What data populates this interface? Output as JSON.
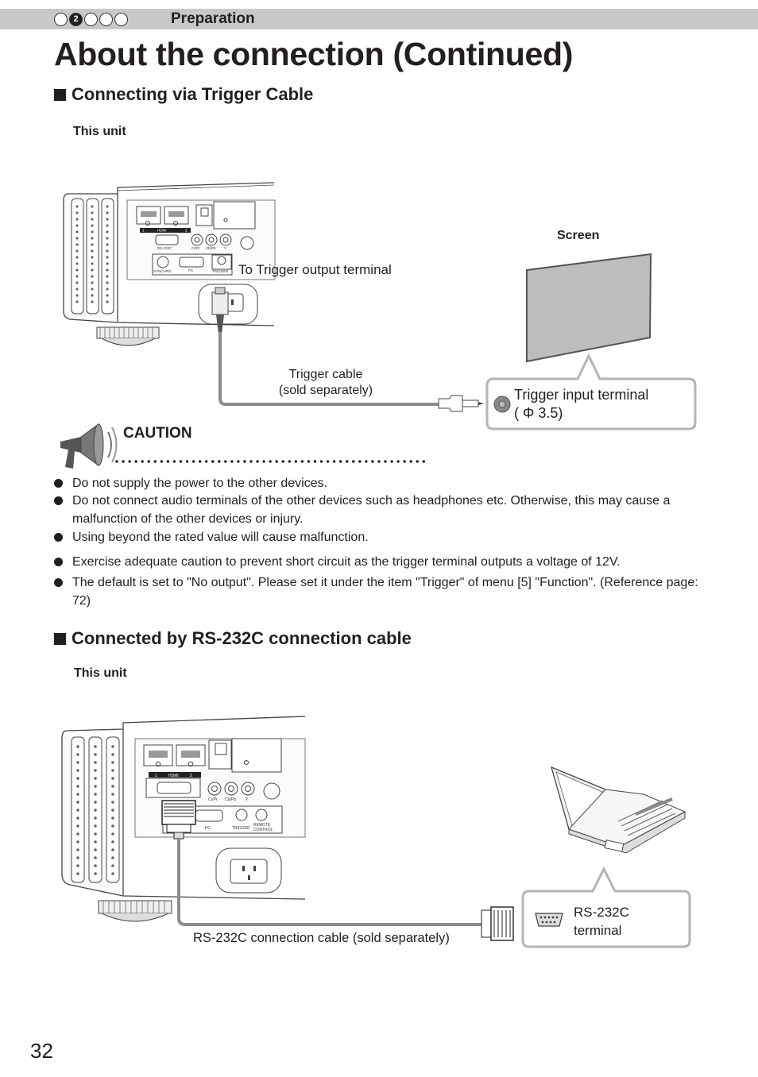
{
  "header": {
    "steps": [
      "",
      "2",
      "",
      "",
      ""
    ],
    "active_step": 1,
    "section_label": "Preparation"
  },
  "title": "About the connection (Continued)",
  "trigger_section": {
    "heading": "Connecting via Trigger Cable",
    "unit_label": "This unit",
    "panel_labels": {
      "hdmi": "HDMI",
      "hdmi_1": "1",
      "hdmi_2": "2",
      "rs232c": "RS-232C",
      "cb_pb": "Cb/Pb",
      "cr_pr": "Cr/Pr",
      "y": "Y",
      "synchro": "SYNCHRO",
      "pc": "PC",
      "trigger": "TRIGGER"
    },
    "to_trigger_output": "To Trigger output terminal",
    "screen_label": "Screen",
    "cable_label_line1": "Trigger cable",
    "cable_label_line2": "(sold separately)",
    "input_terminal_line1": "Trigger input terminal",
    "input_terminal_line2": "( Φ 3.5)"
  },
  "caution": {
    "title": "CAUTION",
    "bullets": [
      "Do not supply the power to the other devices.",
      "Do not connect audio terminals of the other devices such as headphones etc. Otherwise, this may cause a malfunction of the other devices or injury.",
      "Using beyond the rated value will cause malfunction.",
      "Exercise adequate caution to prevent short circuit as the trigger terminal outputs a voltage of 12V.",
      "The default is set to \"No output\". Please set it under the item \"Trigger\" of menu [5] \"Function\". (Reference page: 72)"
    ]
  },
  "rs232_section": {
    "heading": "Connected by RS-232C connection cable",
    "unit_label": "This unit",
    "panel_labels": {
      "hdmi": "HDMI",
      "hdmi_1": "1",
      "hdmi_2": "2",
      "cb_pb": "Cb/Pb",
      "cr_pr": "Cr/Pr",
      "y": "Y",
      "pc": "PC",
      "trigger": "TRIGGER",
      "remote_line1": "REMOTE",
      "remote_line2": "CONTROL"
    },
    "cable_label": "RS-232C connection cable (sold separately)",
    "terminal_line1": "RS-232C",
    "terminal_line2": "terminal"
  },
  "page_number": "32",
  "colors": {
    "header_bar": "#c8c8c8",
    "text": "#231f20",
    "cable": "#8c8c8c",
    "callout_border": "#b4b4b4",
    "screen_fill": "#bdbdbd"
  }
}
